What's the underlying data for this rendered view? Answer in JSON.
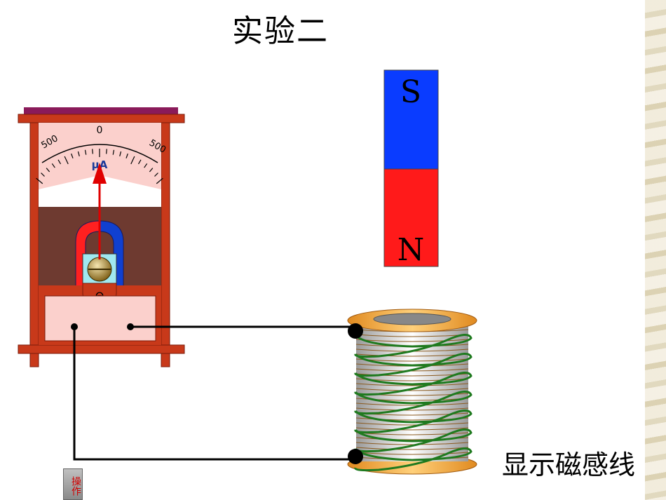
{
  "title": "实验二",
  "galvanometer": {
    "scale_left": "500",
    "scale_center": "0",
    "scale_right": "500",
    "unit": "μA",
    "zero_symbol": "Θ",
    "needle_deflection": 0
  },
  "magnet": {
    "top_pole": "S",
    "bottom_pole": "N",
    "top_color": "#0a3cff",
    "bottom_color": "#ff1a1a"
  },
  "buttons": {
    "show_field_lines": "显示磁感线",
    "operate": "操作"
  },
  "colors": {
    "meter_frame": "#c8391a",
    "coil_wire": "#1f7a1f",
    "spool": "#f0a040"
  }
}
